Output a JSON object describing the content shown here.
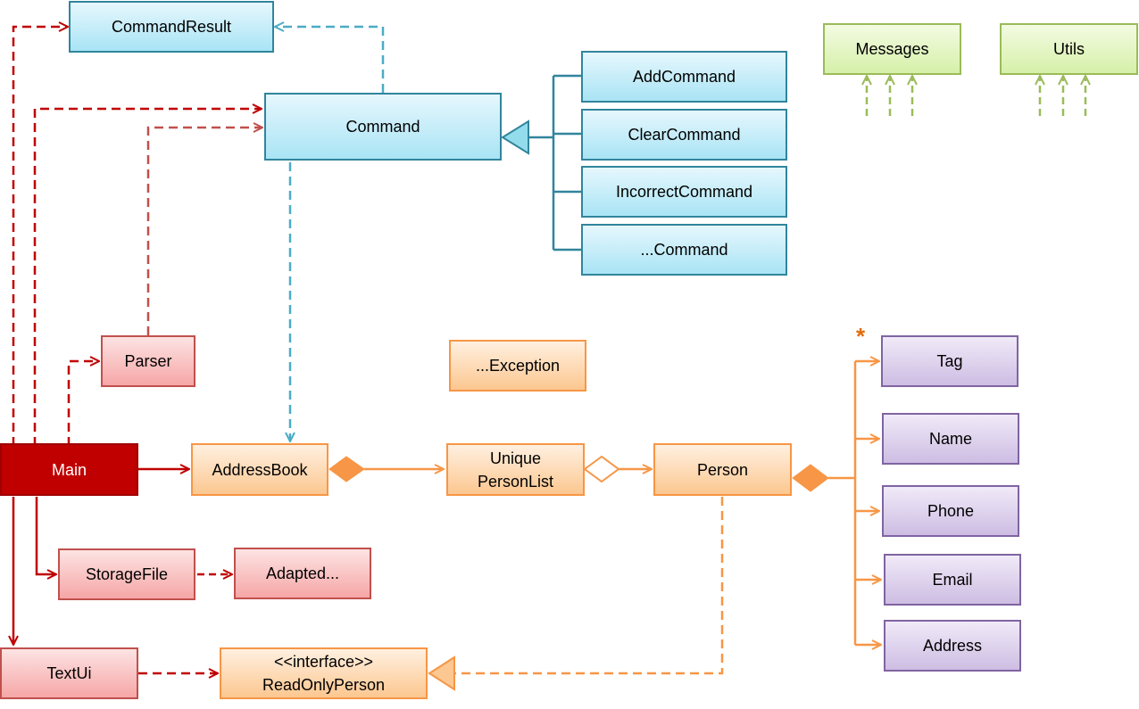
{
  "classes": {
    "command_result": "CommandResult",
    "command": "Command",
    "add_command": "AddCommand",
    "clear_command": "ClearCommand",
    "incorrect_command": "IncorrectCommand",
    "other_command": "...Command",
    "messages": "Messages",
    "utils": "Utils",
    "parser": "Parser",
    "exception": "...Exception",
    "main": "Main",
    "address_book": "AddressBook",
    "unique_person_list_line1": "Unique",
    "unique_person_list_line2": "PersonList",
    "person": "Person",
    "tag": "Tag",
    "name": "Name",
    "phone": "Phone",
    "email": "Email",
    "address": "Address",
    "storage_file": "StorageFile",
    "adapted": "Adapted...",
    "text_ui": "TextUi",
    "read_only_person_stereotype": "<<interface>>",
    "read_only_person": "ReadOnlyPerson"
  },
  "multiplicity": {
    "tag": "*"
  },
  "colors": {
    "logic": "#31859c",
    "model": "#f79646",
    "storage_ui": "#c0504d",
    "main": "#c00000",
    "commons": "#9bbb59",
    "data": "#8064a2"
  }
}
